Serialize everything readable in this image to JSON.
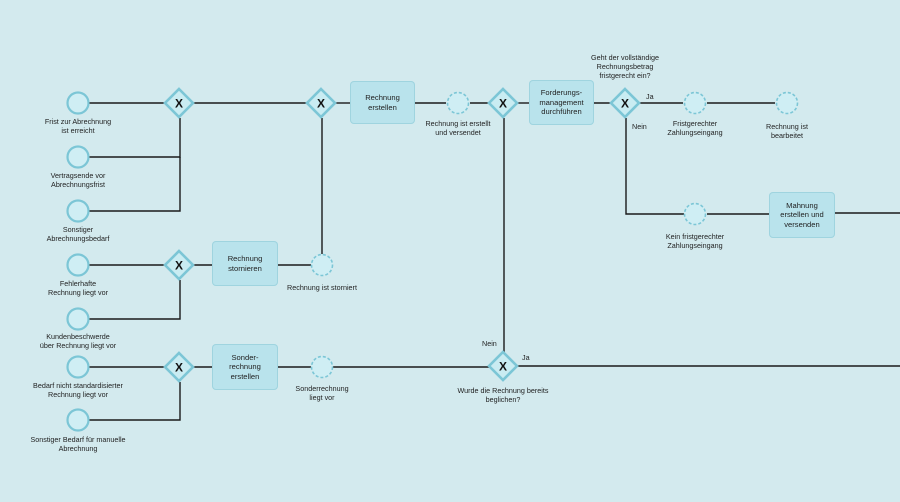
{
  "colors": {
    "background": "#d3eaee",
    "line": "#1a1a1a",
    "shape_stroke": "#7cc6d6",
    "gateway_fill": "#c9ecf2",
    "task_fill": "#b9e3ec",
    "event_fill": "#cfeef4"
  },
  "start_events": [
    "Frist zur Abrechnung\nist erreicht",
    "Vertragsende vor\nAbrechnungsfrist",
    "Sonstiger\nAbrechnungsbedarf",
    "Fehlerhafte\nRechnung liegt vor",
    "Kundenbeschwerde\nüber Rechnung liegt vor",
    "Bedarf nicht standardisierter\nRechnung liegt vor",
    "Sonstiger Bedarf für manuelle\nAbrechnung"
  ],
  "tasks": {
    "rechnung_erstellen": "Rechnung\nerstellen",
    "rechnung_stornieren": "Rechnung\nstornieren",
    "sonderrechnung_erstellen": "Sonder-\nrechnung\nerstellen",
    "forderungsmanagement": "Forderungs-\nmanagement\ndurchführen",
    "mahnung": "Mahnung\nerstellen und\nversenden"
  },
  "intermediate_events": {
    "erstellt_versendet": "Rechnung ist erstellt\nund versendet",
    "storniert": "Rechnung ist storniert",
    "sonderrechnung": "Sonderrechnung\nliegt vor",
    "fristgerecht": "Fristgerechter\nZahlungseingang",
    "nicht_fristgerecht": "Kein fristgerechter\nZahlungseingang",
    "bearbeitet": "Rechnung ist\nbearbeitet"
  },
  "gateways": {
    "symbol": "X",
    "beglichen_question": "Wurde die Rechnung bereits\nbeglichen?",
    "frist_question": "Geht der vollständige\nRechnungsbetrag\nfristgerecht ein?"
  },
  "flow_labels": {
    "ja": "Ja",
    "nein": "Nein"
  }
}
